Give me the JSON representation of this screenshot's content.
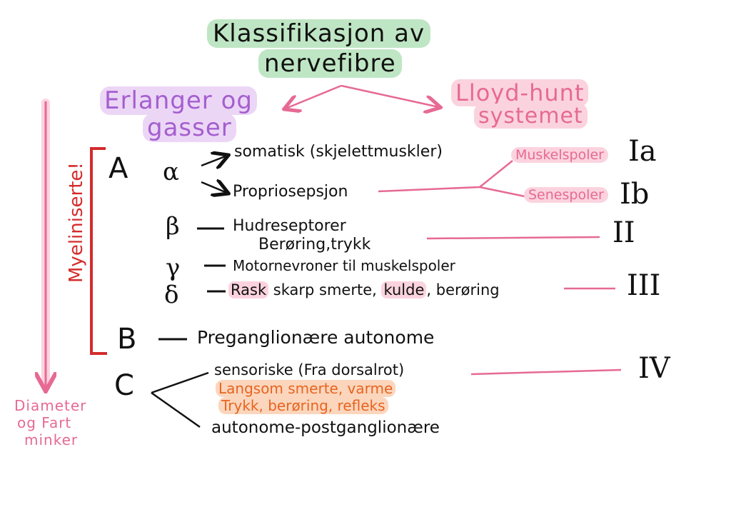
{
  "title": {
    "line1": "Klassifikasjon av",
    "line2": "nervefibre"
  },
  "left_system": {
    "line1": "Erlanger og",
    "line2": "gasser"
  },
  "right_system": {
    "line1": "Lloyd-hunt",
    "line2": "systemet"
  },
  "side_label_vertical": "Myeliniserte!",
  "bottom_left_note": [
    "Diameter",
    "og Fart",
    "minker"
  ],
  "groups": {
    "A": "A",
    "B": "B",
    "C": "C"
  },
  "greek": {
    "alpha": "α",
    "beta": "β",
    "gamma": "γ",
    "delta": "δ"
  },
  "rows": {
    "alpha_somatic": "somatisk (skjelettmuskler)",
    "alpha_proprio": "Propriosepsjon",
    "beta_line1": "Hudreseptorer",
    "beta_line2": "Berøring,trykk",
    "gamma": "Motornevroner til muskelspoler",
    "delta_rask": "Rask",
    "delta_mid": " skarp smerte, ",
    "delta_kulde": "kulde",
    "delta_end": ", berøring",
    "B": "Preganglionære autonome",
    "C_sens": "sensoriske (Fra dorsalrot)",
    "C_orange1": "Langsom smerte, varme",
    "C_orange2": "Trykk, berøring, refleks",
    "C_auto": "autonome-postganglionære"
  },
  "branch_labels": {
    "muskelspoler": "Muskelspoler",
    "senespoler": "Senespoler"
  },
  "roman": {
    "Ia": "Ia",
    "Ib": "Ib",
    "II": "II",
    "III": "III",
    "IV": "IV"
  },
  "colors": {
    "green_highlight": "#bfe6c4",
    "purple": "#a45fcf",
    "pink": "#e66a93",
    "red": "#d42b2b",
    "orange": "#e8641f"
  }
}
